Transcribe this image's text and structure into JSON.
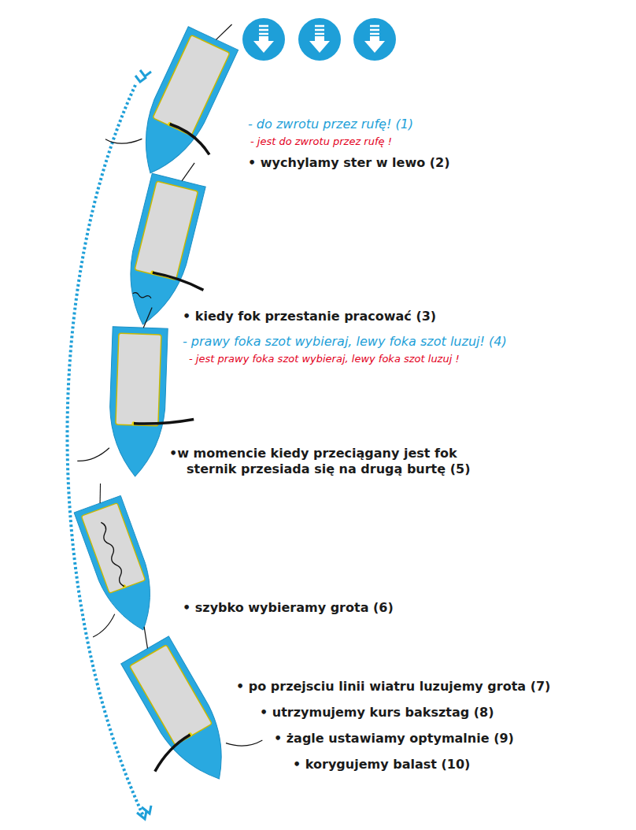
{
  "diagram": {
    "labels": [
      "- do zwrotu przez rufę! (1)",
      "- jest do zwrotu przez rufę !",
      "• wychylamy ster w lewo (2)",
      "• kiedy fok przestanie pracować (3)",
      "- prawy foka szot wybieraj, lewy foka szot luzuj! (4)",
      "- jest prawy foka szot wybieraj, lewy foka szot luzuj !",
      "•w momencie kiedy przeciągany jest fok sternik przesiada się na drugą burtę (5)",
      "• szybko wybieramy grota (6)",
      "• po przejsciu linii wiatru luzujemy grota (7)",
      "• utrzymujemy kurs baksztag (8)",
      "• żagle ustawiamy optymalnie (9)",
      "• korygujemy balast (10)"
    ]
  }
}
